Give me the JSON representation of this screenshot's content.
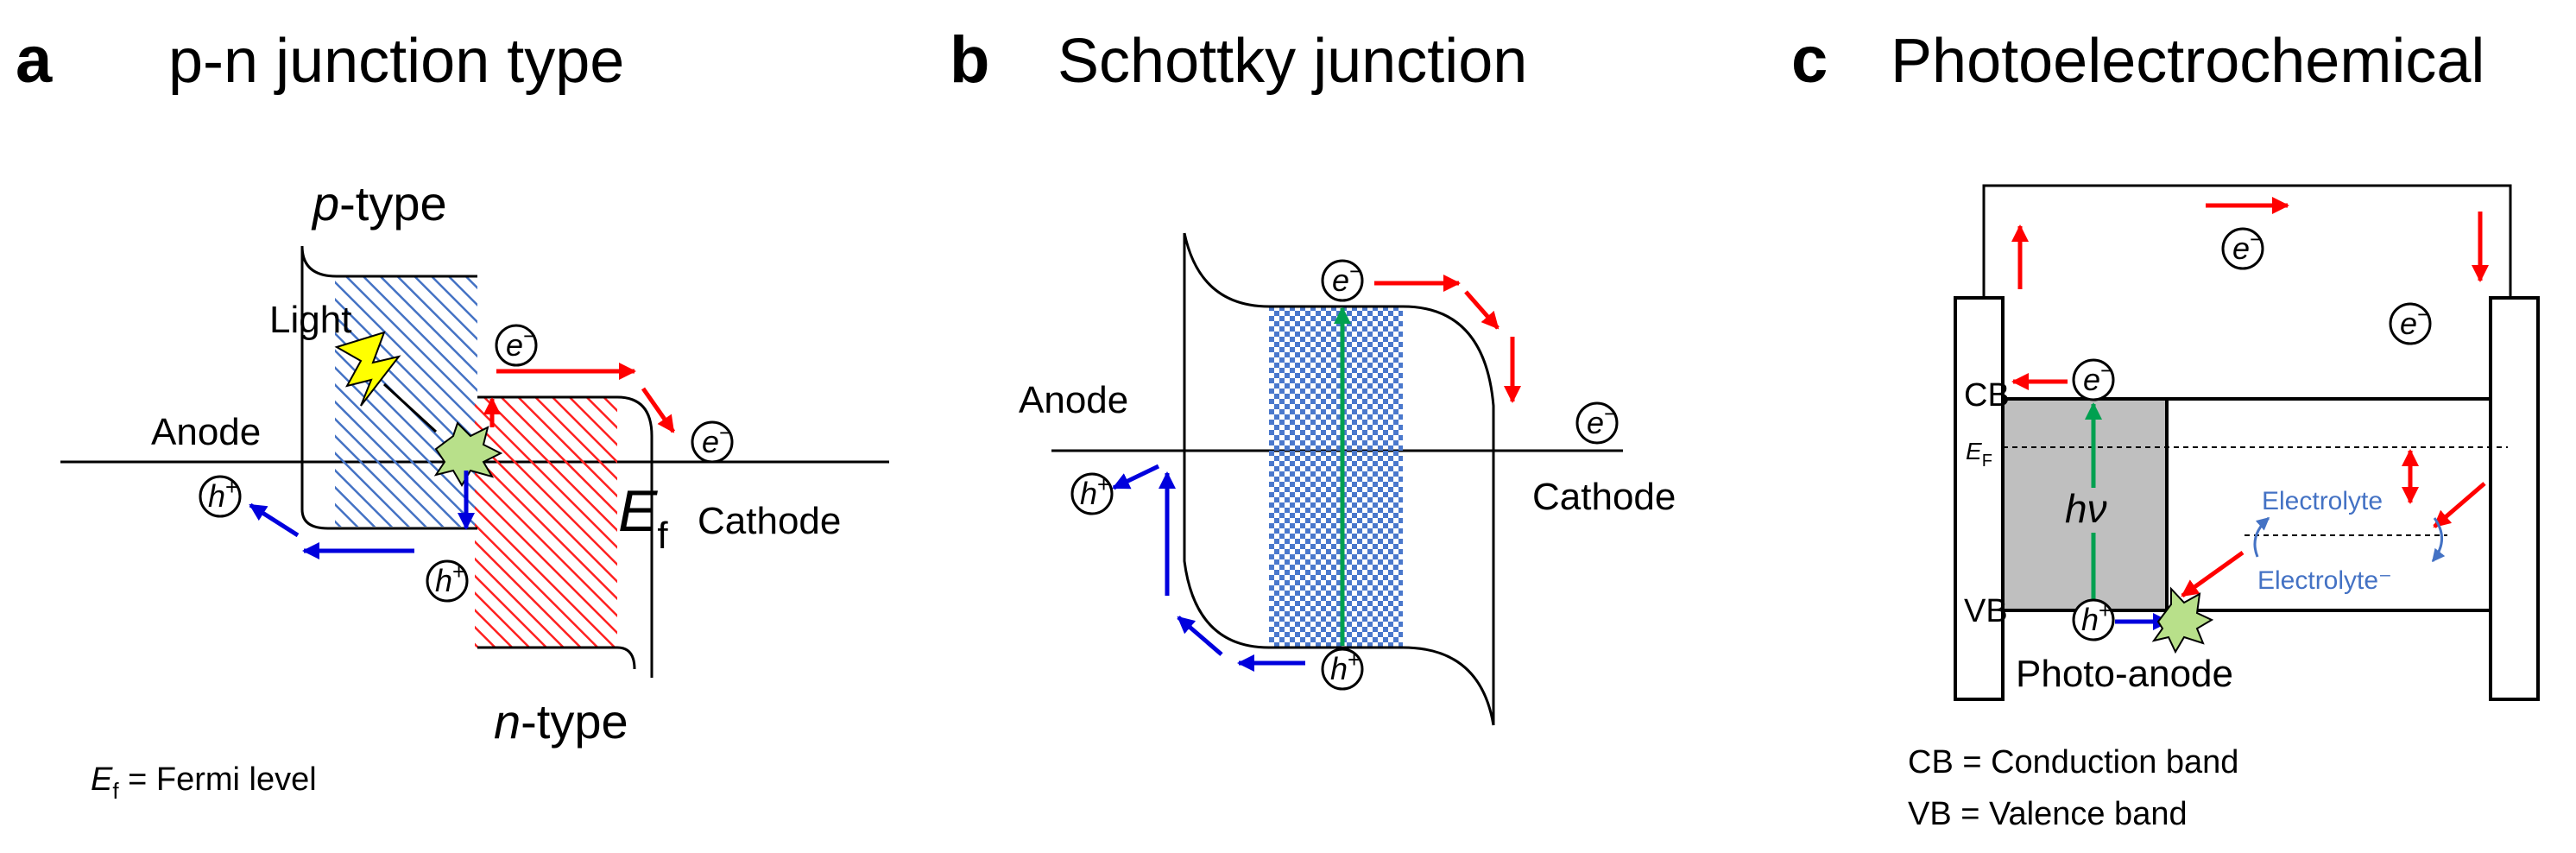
{
  "panels": [
    {
      "letter": "a",
      "title": "p-n junction type",
      "p_type": {
        "italic": "p",
        "rest": "-type"
      },
      "n_type": {
        "italic": "n",
        "rest": "-type"
      },
      "light": "Light",
      "anode": "Anode",
      "cathode": "Cathode",
      "fermi_symbol": {
        "main": "E",
        "sub": "f"
      },
      "note": {
        "main": "E",
        "sub": "f",
        "rest": " = Fermi level"
      }
    },
    {
      "letter": "b",
      "title": "Schottky junction",
      "anode": "Anode",
      "cathode": "Cathode"
    },
    {
      "letter": "c",
      "title": "Photoelectrochemical",
      "cb": "CB",
      "vb": "VB",
      "ef": {
        "main": "E",
        "sub": "F"
      },
      "hv": "hν",
      "photo_anode": "Photo-anode",
      "electrolyte": "Electrolyte",
      "electrolyte_minus": "Electrolyte⁻",
      "notes": [
        "CB = Conduction band",
        "VB = Valence band"
      ]
    }
  ],
  "carriers": {
    "electron": {
      "symbol": "e",
      "charge": "−"
    },
    "hole": {
      "symbol": "h",
      "charge": "+"
    }
  },
  "colors": {
    "electron_arrow": "#ff0000",
    "hole_arrow": "#0000dd",
    "photon_arrow": "#00a050",
    "p_region_hatch": "#4472c4",
    "n_region_hatch": "#ff2020",
    "schottky_pattern": "#4a78cc",
    "photoanode_fill": "#bfbfbf",
    "light_bolt": "#ffff00",
    "spark": "#b8e08a",
    "electrolyte_text": "#4472c4"
  }
}
